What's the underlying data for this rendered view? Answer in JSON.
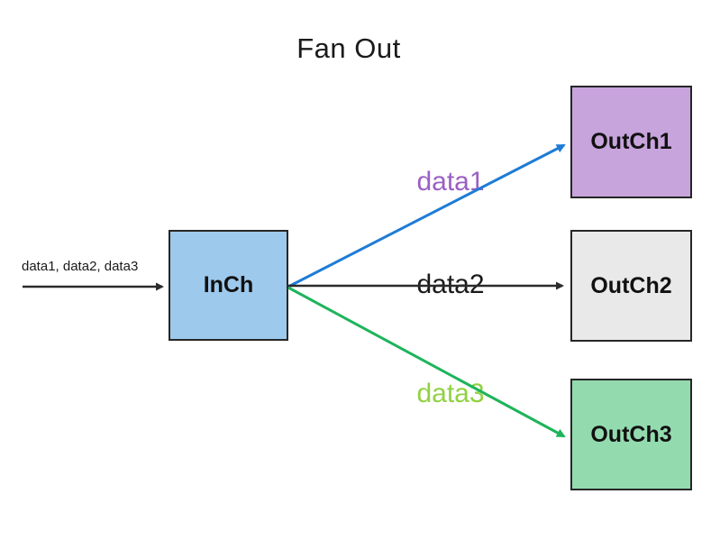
{
  "title": "Fan Out",
  "colors": {
    "in_box_fill": "#9DC9EC",
    "out1_box_fill": "#C7A4DB",
    "out2_box_fill": "#E9E9E9",
    "out3_box_fill": "#93DBAF",
    "box_border": "#262626",
    "input_arrow": "#2B2B2B",
    "arrow1": "#1E7CD6",
    "arrow2": "#2B2B2B",
    "arrow3": "#1EB45B",
    "label1_color": "#9B5FC4",
    "label2_color": "#1A1A1A",
    "label3_color": "#92D143"
  },
  "nodes": {
    "in": {
      "label": "InCh"
    },
    "out1": {
      "label": "OutCh1"
    },
    "out2": {
      "label": "OutCh2"
    },
    "out3": {
      "label": "OutCh3"
    }
  },
  "edges": {
    "input_label": "data1, data2, data3",
    "edge1_label": "data1",
    "edge2_label": "data2",
    "edge3_label": "data3"
  }
}
